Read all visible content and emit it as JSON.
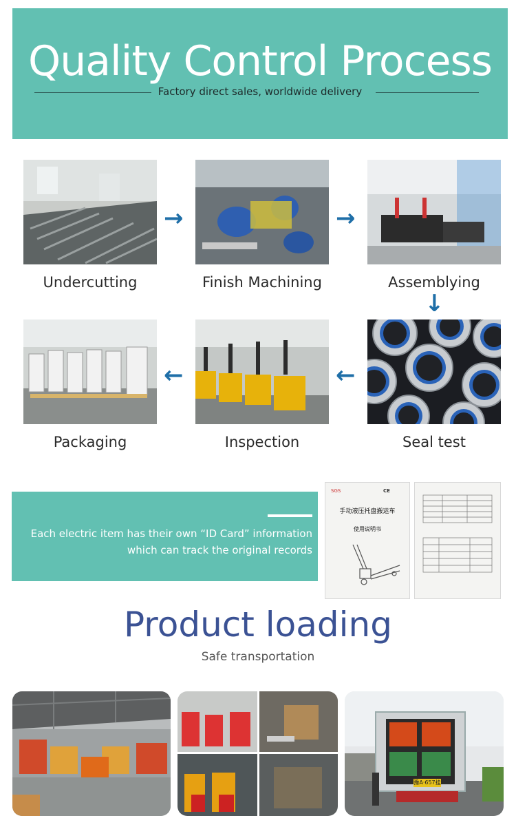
{
  "header": {
    "title": "Quality Control Process",
    "subtitle": "Factory direct sales, worldwide delivery"
  },
  "steps": [
    {
      "label": "Undercutting"
    },
    {
      "label": "Finish Machining"
    },
    {
      "label": "Assemblying"
    },
    {
      "label": "Packaging"
    },
    {
      "label": "Inspection"
    },
    {
      "label": "Seal test"
    }
  ],
  "id_card": {
    "line1": "Each electric item has their own “ID Card” information",
    "line2": "which can track the original records",
    "manual_title": "手动液压托盘搬运车",
    "manual_subtitle": "使用说明书",
    "manual_logos": [
      "SGS",
      "CE"
    ]
  },
  "loading": {
    "title": "Product loading",
    "subtitle": "Safe transportation",
    "truck_plate": "豫A·657挂"
  },
  "colors": {
    "teal": "#62c0b2",
    "arrow_blue": "#1f6fa8",
    "title_blue": "#3b5294"
  }
}
